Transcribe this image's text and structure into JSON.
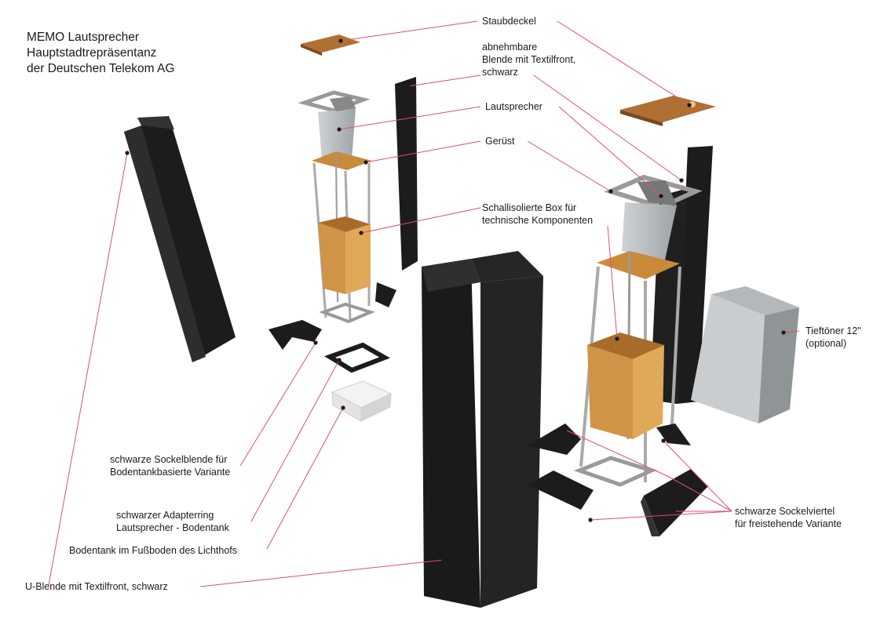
{
  "title": {
    "line1": "MEMO Lautsprecher",
    "line2": "Hauptstadtrepräsentanz",
    "line3": "der Deutschen Telekom AG"
  },
  "labels": {
    "staubdeckel": "Staubdeckel",
    "blende_1": "abnehmbare",
    "blende_2": "Blende mit Textilfront,",
    "blende_3": "schwarz",
    "lautsprecher": "Lautsprecher",
    "geruest": "Gerüst",
    "box_1": "Schallisolierte Box für",
    "box_2": "technische Komponenten",
    "tieftoener_1": "Tieftöner 12\"",
    "tieftoener_2": "(optional)",
    "sockelblende_1": "schwarze Sockelblende für",
    "sockelblende_2": "Bodentankbasierte Variante",
    "adapter_1": "schwarzer Adapterring",
    "adapter_2": "Lautsprecher - Bodentank",
    "bodentank": "Bodentank im Fußboden des Lichthofs",
    "ublende": "U-Blende mit Textilfront, schwarz",
    "sockelviertel_1": "schwarze Sockelviertel",
    "sockelviertel_2": "für freistehende Variante"
  },
  "colors": {
    "leader": "#e0506a",
    "panel": "#1c1c1c",
    "panel_side": "#2b2b2b",
    "wood": "#c98a3c",
    "wood_dark": "#a86c2a",
    "frame": "#b8b8b8",
    "grey": "#a9adb0",
    "grey_light": "#c4c8ca"
  }
}
